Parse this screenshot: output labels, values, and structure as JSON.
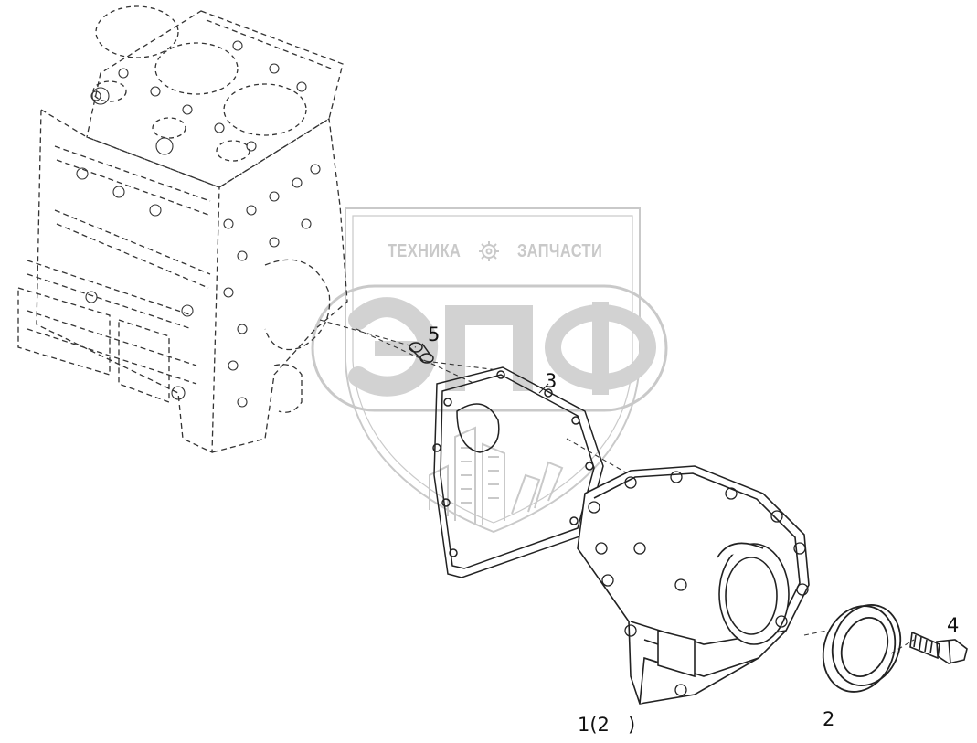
{
  "watermark": {
    "left_word": "ТЕХНИКА",
    "right_word": "ЗАПЧАСТИ",
    "logo_text": "ЭПФ",
    "color": "#c6c6c6"
  },
  "callouts": {
    "part_1": "1(2   )",
    "part_2": "2",
    "part_3": "3",
    "part_4": "4",
    "part_5": "5"
  },
  "colors": {
    "line": "#222222",
    "background": "#ffffff"
  }
}
